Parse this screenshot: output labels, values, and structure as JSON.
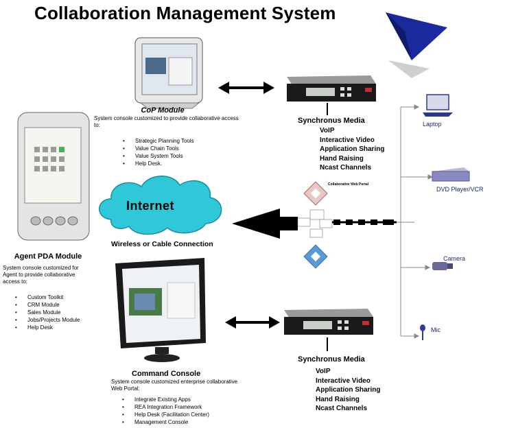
{
  "title": "Collaboration Management System",
  "cop": {
    "heading": "CoP Module",
    "desc": "System console customized to provide collaborative access to:",
    "items": [
      "Strategic Planning Tools",
      "Value Chain Tools",
      "Value System Tools",
      "Help Desk."
    ]
  },
  "media_top": {
    "heading": "Synchronus Media",
    "items": [
      "VoIP",
      "Interactive Video",
      "Application Sharing",
      "Hand Raising",
      "Ncast Channels"
    ]
  },
  "media_bottom": {
    "heading": "Synchronus Media",
    "items": [
      "VoIP",
      "Interactive Video",
      "Application Sharing",
      "Hand Raising",
      "Ncast Channels"
    ]
  },
  "agent": {
    "heading": "Agent PDA Module",
    "desc": "System console customized for Agent to provide collaborative access to:",
    "items": [
      "Custom Toolkit",
      "CRM Module",
      "Sales Module",
      "Jobs/Projects Module",
      "Help Desk"
    ]
  },
  "internet": {
    "cloud_label": "Internet",
    "caption": "Wireless or Cable Connection"
  },
  "portal": {
    "label": "Collaborative Web Portal"
  },
  "command": {
    "heading": "Command Console",
    "desc": "System console customized enterprise collaborative Web Portal:",
    "items": [
      "Integrate Existing Apps",
      "REA Integration Framework",
      "Help Desk (Facilitation Center)",
      "Management Console"
    ]
  },
  "devices": {
    "laptop": "Laptop",
    "dvd": "DVD Player/VCR",
    "camera": "Camera",
    "mic": "Mic"
  },
  "colors": {
    "cloud": "#2ec8d8",
    "logo": "#1a2a9e",
    "device_text": "#1c2a6b"
  }
}
